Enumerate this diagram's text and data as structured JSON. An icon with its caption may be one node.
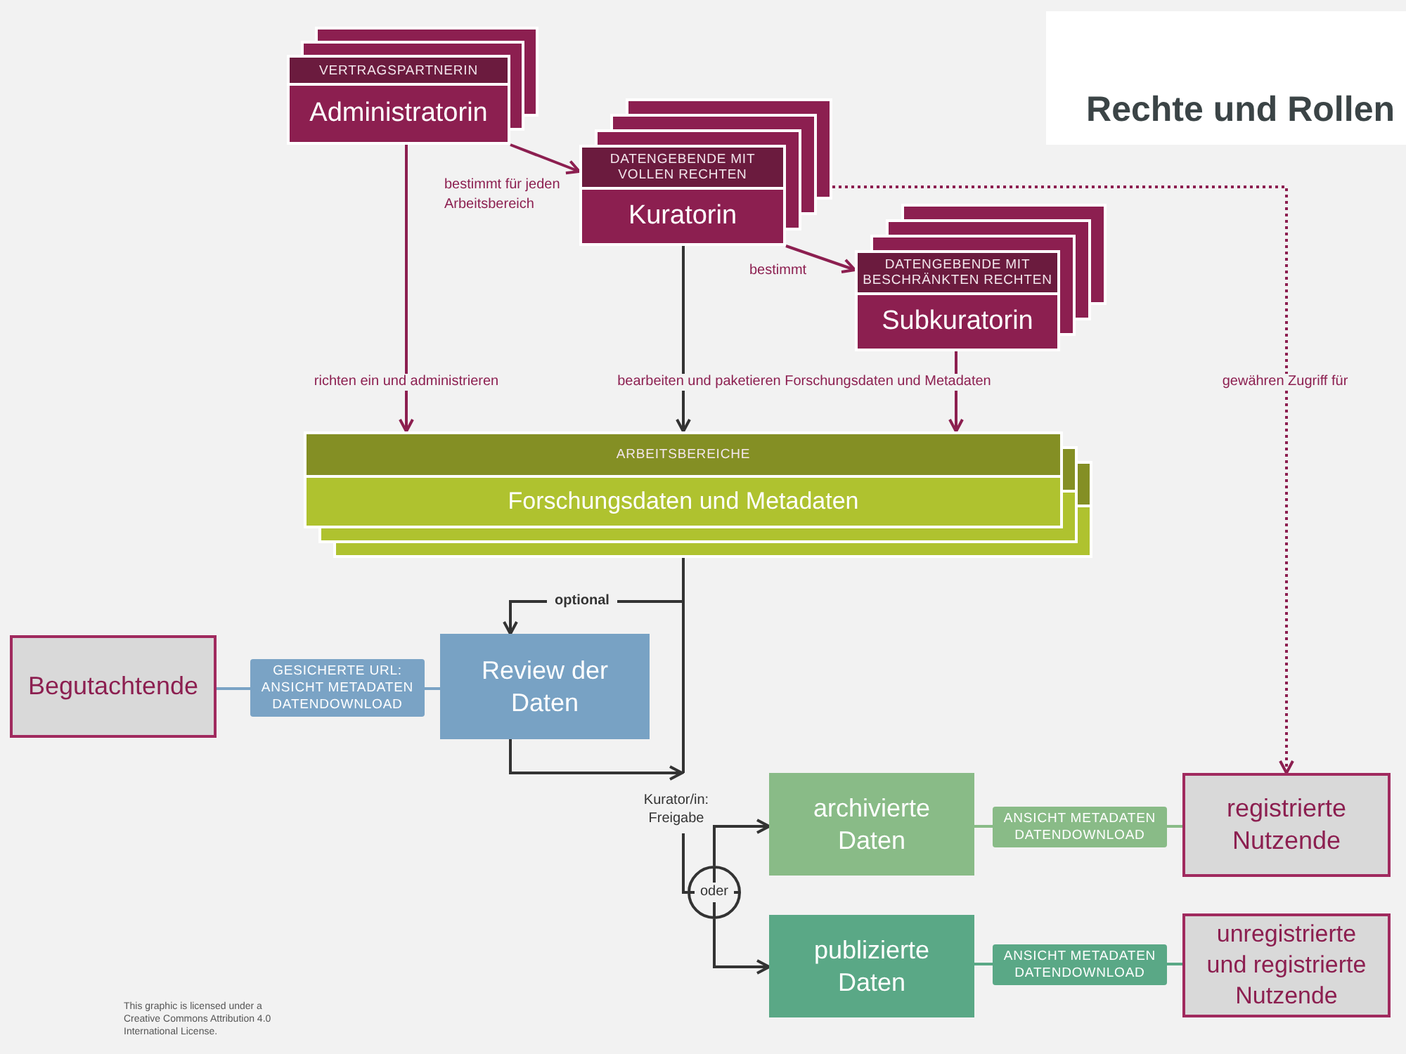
{
  "diagram": {
    "title": "Rechte und Rollen",
    "nodes": [
      {
        "text": [
          "VERTRAGSPARTNERIN",
          "Administratorin"
        ]
      },
      {
        "text": [
          "DATENGEBENDE MIT VOLLEN RECHTEN",
          "Kuratorin"
        ]
      },
      {
        "text": [
          "DATENGEBENDE MIT BESCHRÄNKTEN RECHTEN",
          "Subkuratorin"
        ]
      },
      {
        "text": [
          "ARBEITSBEREICHE",
          "Forschungsdaten und Metadaten"
        ]
      },
      {
        "text": [
          "Begutachtende"
        ]
      },
      {
        "text": [
          "GESICHERTE URL: ANSICHT METADATEN DATENDOWNLOAD"
        ]
      },
      {
        "text": [
          "Review der Daten"
        ]
      },
      {
        "text": [
          "Kurator/in: Freigabe"
        ]
      },
      {
        "text": [
          "archivierte Daten"
        ]
      },
      {
        "text": [
          "ANSICHT METADATEN DATENDOWNLOAD"
        ]
      },
      {
        "text": [
          "registrierte Nutzende"
        ]
      },
      {
        "text": [
          "oder"
        ]
      },
      {
        "text": [
          "publizierte Daten"
        ]
      },
      {
        "text": [
          "ANSICHT METADATEN DATENDOWNLOAD"
        ]
      },
      {
        "text": [
          "unregistrierte und registrierte Nutzende"
        ]
      }
    ],
    "edges": [
      {
        "from": 0,
        "to": 1,
        "arrow": "to",
        "label": "bestimmt für jeden Arbeitsbereich",
        "color": "#8c1f50"
      },
      {
        "from": 1,
        "to": 2,
        "arrow": "to",
        "label": "bestimmt",
        "color": "#8c1f50"
      },
      {
        "from": 1,
        "to": 10,
        "arrow": "to",
        "label": "gewähren Zugriff für",
        "style": "dashed",
        "color": "#8c1f50"
      },
      {
        "from": 0,
        "to": 3,
        "arrow": "to",
        "label": "richten ein und administrieren",
        "color": "#8c1f50"
      },
      {
        "from": 1,
        "to": 3,
        "arrow": "to",
        "label": "bearbeiten und paketieren Forschungsdaten und Metadaten"
      },
      {
        "from": 2,
        "to": 3,
        "arrow": "to",
        "color": "#8c1f50"
      },
      {
        "from": 3,
        "to": 6,
        "arrow": "to",
        "label": "optional"
      },
      {
        "from": 3,
        "to": 7,
        "arrow": "none"
      },
      {
        "from": 6,
        "to": 7,
        "arrow": "to"
      },
      {
        "from": 4,
        "to": 5,
        "arrow": "none",
        "color": "#7aa3c5"
      },
      {
        "from": 5,
        "to": 6,
        "arrow": "none",
        "color": "#7aa3c5"
      },
      {
        "from": 7,
        "to": 11,
        "arrow": "none"
      },
      {
        "from": 11,
        "to": 8,
        "arrow": "to"
      },
      {
        "from": 11,
        "to": 12,
        "arrow": "to"
      },
      {
        "from": 8,
        "to": 9,
        "arrow": "none",
        "color": "#89bb87"
      },
      {
        "from": 9,
        "to": 10,
        "arrow": "none",
        "color": "#89bb87"
      },
      {
        "from": 12,
        "to": 13,
        "arrow": "none",
        "color": "#5aa886"
      },
      {
        "from": 13,
        "to": 14,
        "arrow": "none",
        "color": "#5aa886"
      }
    ],
    "labels": [
      "This graphic is licensed under a Creative Commons Attribution 4.0 International License."
    ]
  }
}
